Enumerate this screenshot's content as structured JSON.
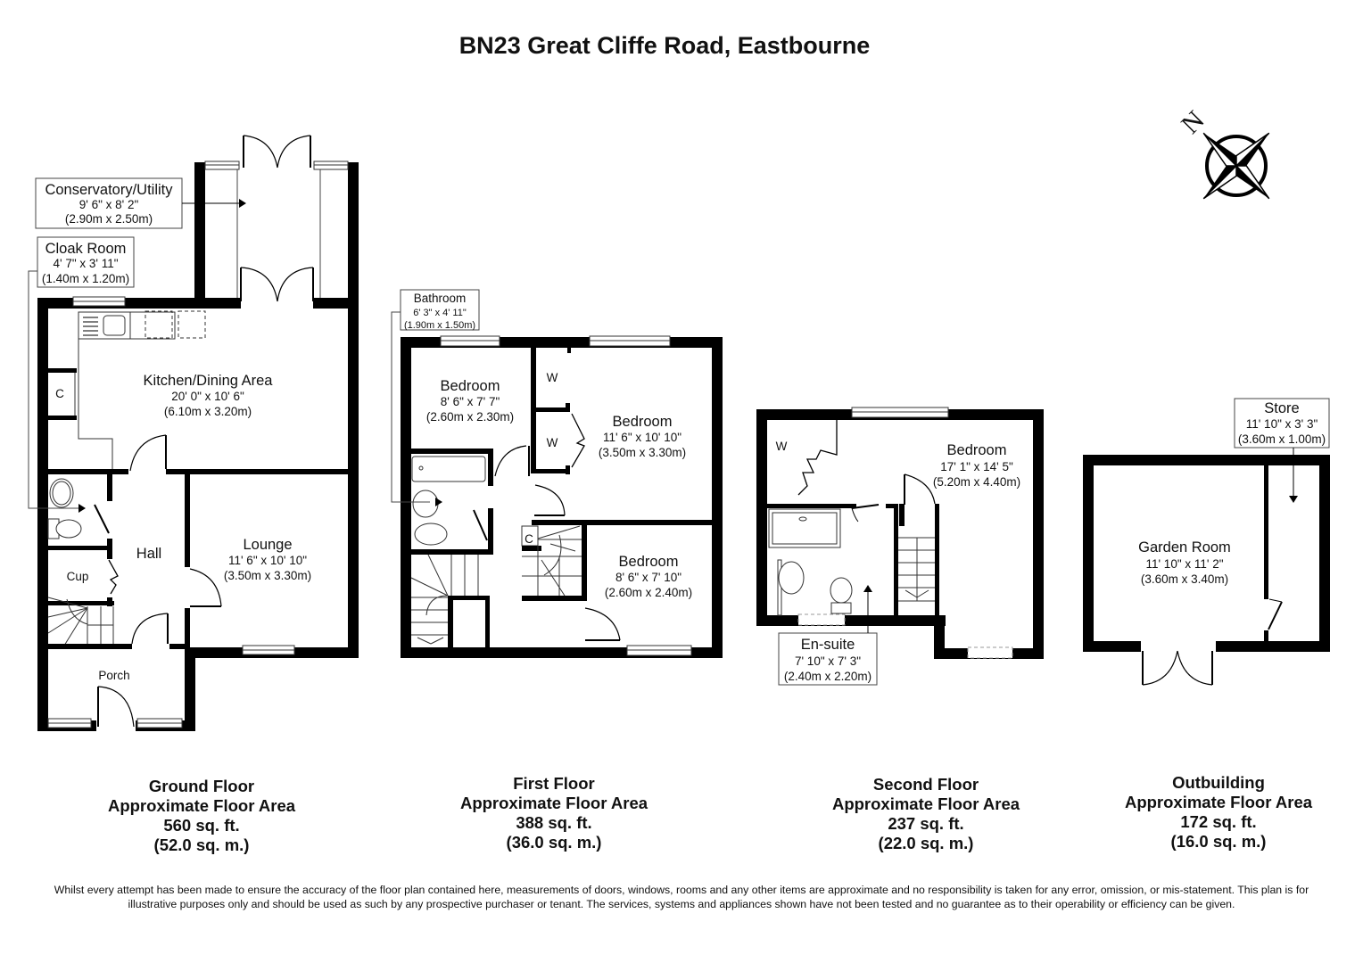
{
  "title": "BN23 Great Cliffe Road, Eastbourne",
  "compass": {
    "label": "N",
    "icon": "compass-rose-icon"
  },
  "floors": [
    {
      "name": "Ground Floor",
      "area_label": "Approximate Floor Area",
      "sqft": "560 sq. ft.",
      "sqm": "(52.0 sq. m.)",
      "rooms": [
        {
          "name": "Conservatory/Utility",
          "imperial": "9' 6\" x 8' 2\"",
          "metric": "(2.90m x 2.50m)"
        },
        {
          "name": "Cloak Room",
          "imperial": "4' 7\" x 3' 11\"",
          "metric": "(1.40m x 1.20m)"
        },
        {
          "name": "Kitchen/Dining Area",
          "imperial": "20' 0\" x 10' 6\"",
          "metric": "(6.10m x 3.20m)"
        },
        {
          "name": "Lounge",
          "imperial": "11' 6\" x 10' 10\"",
          "metric": "(3.50m x 3.30m)"
        },
        {
          "name": "Hall"
        },
        {
          "name": "Cup"
        },
        {
          "name": "C"
        },
        {
          "name": "Porch"
        }
      ]
    },
    {
      "name": "First Floor",
      "area_label": "Approximate Floor Area",
      "sqft": "388 sq. ft.",
      "sqm": "(36.0 sq. m.)",
      "rooms": [
        {
          "name": "Bathroom",
          "imperial": "6' 3\" x 4' 11\"",
          "metric": "(1.90m x 1.50m)"
        },
        {
          "name": "Bedroom",
          "imperial": "8' 6\" x 7' 7\"",
          "metric": "(2.60m x 2.30m)"
        },
        {
          "name": "Bedroom",
          "imperial": "11' 6\" x 10' 10\"",
          "metric": "(3.50m x 3.30m)"
        },
        {
          "name": "Bedroom",
          "imperial": "8' 6\" x 7' 10\"",
          "metric": "(2.60m x 2.40m)"
        },
        {
          "name": "W"
        },
        {
          "name": "W"
        },
        {
          "name": "C"
        }
      ]
    },
    {
      "name": "Second Floor",
      "area_label": "Approximate Floor Area",
      "sqft": "237 sq. ft.",
      "sqm": "(22.0 sq. m.)",
      "rooms": [
        {
          "name": "Bedroom",
          "imperial": "17' 1\" x 14' 5\"",
          "metric": "(5.20m x 4.40m)"
        },
        {
          "name": "En-suite",
          "imperial": "7' 10\" x 7' 3\"",
          "metric": "(2.40m x 2.20m)"
        },
        {
          "name": "W"
        }
      ]
    },
    {
      "name": "Outbuilding",
      "area_label": "Approximate Floor Area",
      "sqft": "172 sq. ft.",
      "sqm": "(16.0 sq. m.)",
      "rooms": [
        {
          "name": "Store",
          "imperial": "11' 10\" x 3' 3\"",
          "metric": "(3.60m x 1.00m)"
        },
        {
          "name": "Garden Room",
          "imperial": "11' 10\" x 11' 2\"",
          "metric": "(3.60m x 3.40m)"
        }
      ]
    }
  ],
  "disclaimer": {
    "line1": "Whilst every attempt has been made to ensure the accuracy of the floor plan contained here, measurements of doors, windows, rooms and any other items are approximate and no responsibility is taken for any error, omission, or mis-statement. This plan is for",
    "line2": "illustrative purposes only and should be used as such by any prospective purchaser or tenant. The services, systems and appliances shown have not been tested and no guarantee as to their operability or efficiency can be given."
  },
  "colors": {
    "wall": "#000000",
    "background": "#ffffff",
    "text": "#111111"
  }
}
